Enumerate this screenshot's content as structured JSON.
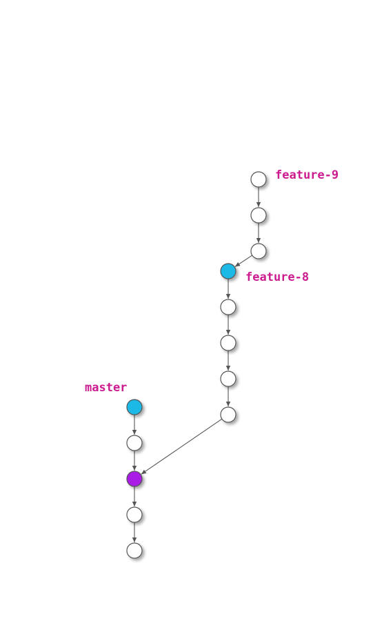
{
  "colors": {
    "background": "#ffffff",
    "node_default": "#ffffff",
    "node_branch_tip": "#1ab8e6",
    "node_merge_base": "#a81ae6",
    "node_stroke": "#555555",
    "edge": "#555555",
    "label": "#cc1a8f"
  },
  "branches": [
    {
      "id": "feature-9",
      "label": "feature-9"
    },
    {
      "id": "feature-8",
      "label": "feature-8"
    },
    {
      "id": "master",
      "label": "master"
    }
  ],
  "commits": [
    {
      "id": "f9-1",
      "lane": "feature-9",
      "kind": "normal",
      "branch_label": "feature-9"
    },
    {
      "id": "f9-2",
      "lane": "feature-9",
      "kind": "normal"
    },
    {
      "id": "f9-3",
      "lane": "feature-9",
      "kind": "normal"
    },
    {
      "id": "f8-1",
      "lane": "feature-8",
      "kind": "branch-tip",
      "branch_label": "feature-8"
    },
    {
      "id": "f8-2",
      "lane": "feature-8",
      "kind": "normal"
    },
    {
      "id": "f8-3",
      "lane": "feature-8",
      "kind": "normal"
    },
    {
      "id": "f8-4",
      "lane": "feature-8",
      "kind": "normal"
    },
    {
      "id": "f8-5",
      "lane": "feature-8",
      "kind": "normal"
    },
    {
      "id": "m-1",
      "lane": "master",
      "kind": "branch-tip",
      "branch_label": "master"
    },
    {
      "id": "m-2",
      "lane": "master",
      "kind": "normal"
    },
    {
      "id": "m-3",
      "lane": "master",
      "kind": "merge-base"
    },
    {
      "id": "m-4",
      "lane": "master",
      "kind": "normal"
    },
    {
      "id": "m-5",
      "lane": "master",
      "kind": "normal"
    }
  ],
  "edges": [
    {
      "from": "f9-1",
      "to": "f9-2"
    },
    {
      "from": "f9-2",
      "to": "f9-3"
    },
    {
      "from": "f9-3",
      "to": "f8-1"
    },
    {
      "from": "f8-1",
      "to": "f8-2"
    },
    {
      "from": "f8-2",
      "to": "f8-3"
    },
    {
      "from": "f8-3",
      "to": "f8-4"
    },
    {
      "from": "f8-4",
      "to": "f8-5"
    },
    {
      "from": "f8-5",
      "to": "m-3"
    },
    {
      "from": "m-1",
      "to": "m-2"
    },
    {
      "from": "m-2",
      "to": "m-3"
    },
    {
      "from": "m-3",
      "to": "m-4"
    },
    {
      "from": "m-4",
      "to": "m-5"
    }
  ]
}
